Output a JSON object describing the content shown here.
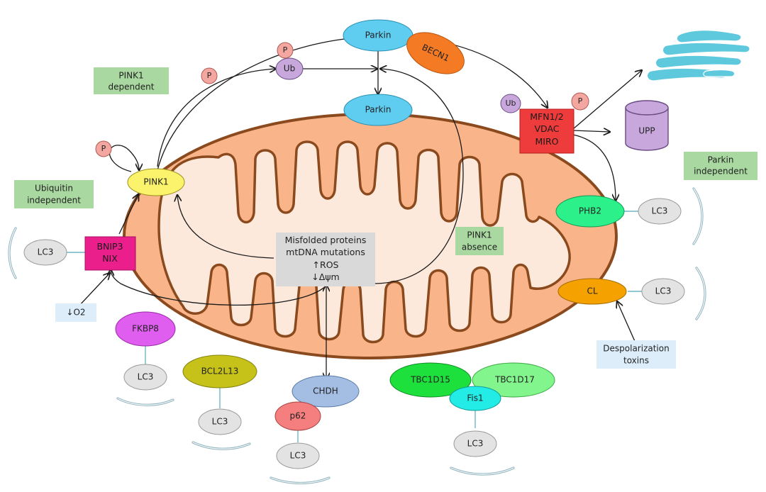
{
  "labels": {
    "pink1_dependent": [
      "PINK1",
      "dependent"
    ],
    "ubiquitin_independent": [
      "Ubiquitin",
      "independent"
    ],
    "parkin_independent": [
      "Parkin",
      "independent"
    ],
    "pink1_absence": [
      "PINK1",
      "absence"
    ],
    "o2": "↓O2",
    "depolarization": [
      "Despolarization",
      "toxins"
    ],
    "center": [
      "Misfolded proteins",
      "mtDNA mutations",
      "↑ROS",
      "↓Δψm"
    ],
    "mfn": [
      "MFN1/2",
      "VDAC",
      "MIRO"
    ],
    "bnip3": [
      "BNIP3",
      "NIX"
    ]
  },
  "nodes": {
    "parkin_top": "Parkin",
    "becn1": "BECN1",
    "parkin_mid": "Parkin",
    "ub_top": "Ub",
    "p_ub": "P",
    "p_arrow": "P",
    "p_pink": "P",
    "pink1": "PINK1",
    "ub_mfn": "Ub",
    "p_mfn": "P",
    "upp": "UPP",
    "phb2": "PHB2",
    "lc3_phb2": "LC3",
    "cl": "CL",
    "lc3_cl": "LC3",
    "lc3_bnip": "LC3",
    "fkbp8": "FKBP8",
    "lc3_fkbp8": "LC3",
    "bcl2l13": "BCL2L13",
    "lc3_bcl": "LC3",
    "chdh": "CHDH",
    "p62": "p62",
    "lc3_p62": "LC3",
    "tbc1d15": "TBC1D15",
    "tbc1d17": "TBC1D17",
    "fis1": "Fis1",
    "lc3_fis1": "LC3"
  },
  "colors": {
    "outer_membrane_fill": "#f9b48a",
    "outer_membrane_stroke": "#8a4a1e",
    "matrix_fill": "#fde9dc",
    "parkin": "#5fcdf0",
    "becn1": "#f57a24",
    "ub": "#c8a8dc",
    "p": "#f4a7a0",
    "pink1": "#fbf36c",
    "mfn": "#ee3b3b",
    "upp": "#c8a8dc",
    "phb2": "#2cf08a",
    "cl": "#f5a100",
    "lc3": "#e3e3e3",
    "bnip3": "#ea1f8c",
    "fkbp8": "#df5ef0",
    "bcl2l13": "#c6c21a",
    "chdh": "#a3bde3",
    "p62": "#f57e7e",
    "tbc1d15": "#1ee03c",
    "tbc1d17": "#82f58c",
    "fis1": "#23ebe6",
    "green_label": "#a9d8a0",
    "blue_label": "#ddeefa",
    "center_box": "#d9d9d9",
    "mitophagy_fragment": "#5ec8dd"
  },
  "icons": [
    "mitochondrion",
    "phagophore-membrane",
    "fragmented-mitochondria",
    "proteasome-cylinder"
  ]
}
